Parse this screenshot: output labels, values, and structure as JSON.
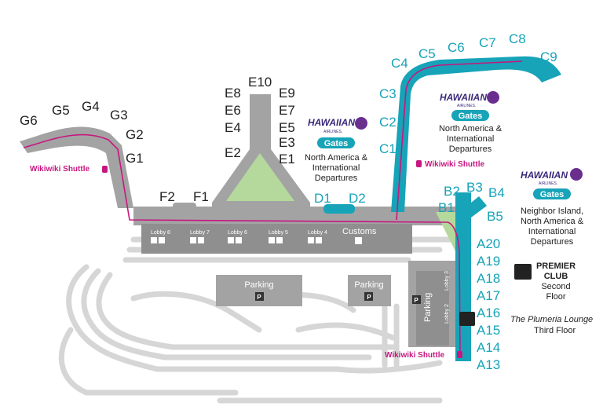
{
  "colors": {
    "road": "#d6d6d6",
    "terminal": "#a3a3a3",
    "terminal_dark": "#8a8a8a",
    "teal": "#17a3b8",
    "green": "#b5d99c",
    "shuttle": "#c6177f",
    "text": "#222222",
    "brand": "#3b2a7a"
  },
  "gates": {
    "g": [
      "G6",
      "G5",
      "G4",
      "G3",
      "G2",
      "G1"
    ],
    "f": [
      "F2",
      "F1"
    ],
    "e_top": "E10",
    "e_left": [
      "E8",
      "E6",
      "E4",
      "E2"
    ],
    "e_right": [
      "E9",
      "E7",
      "E5",
      "E3",
      "E1"
    ],
    "d": [
      "D1",
      "D2"
    ],
    "c": [
      "C1",
      "C2",
      "C3",
      "C4",
      "C5",
      "C6",
      "C7",
      "C8",
      "C9"
    ],
    "b": [
      "B1",
      "B2",
      "B3",
      "B4",
      "B5"
    ],
    "a": [
      "A20",
      "A19",
      "A18",
      "A17",
      "A16",
      "A15",
      "A14",
      "A13"
    ]
  },
  "brand_blocks": [
    {
      "logo": "HAWAIIAN",
      "sub": "AIRLINES.",
      "badge": "Gates",
      "lines": [
        "North America &",
        "International",
        "Departures"
      ]
    },
    {
      "logo": "HAWAIIAN",
      "sub": "AIRLINES.",
      "badge": "Gates",
      "lines": [
        "North America &",
        "International",
        "Departures"
      ]
    },
    {
      "logo": "HAWAIIAN",
      "sub": "AIRLINES.",
      "badge": "Gates",
      "lines": [
        "Neighbor Island,",
        "North America &",
        "International",
        "Departures"
      ]
    }
  ],
  "shuttle_labels": [
    "Wikiwiki Shuttle",
    "Wikiwiki Shuttle",
    "Wikiwiki Shuttle"
  ],
  "lobbies": [
    "Lobby 8",
    "Lobby 7",
    "Lobby 6",
    "Lobby 5",
    "Lobby 4",
    "Lobby 3",
    "Lobby 2"
  ],
  "customs": "Customs",
  "parking": [
    "Parking",
    "Parking",
    "Parking"
  ],
  "parking_sign": "P",
  "premier_club": {
    "title_1": "PREMIER",
    "title_2": "CLUB",
    "sub_1": "Second",
    "sub_2": "Floor"
  },
  "plumeria": {
    "name": "The Plumeria Lounge",
    "floor": "Third Floor"
  }
}
